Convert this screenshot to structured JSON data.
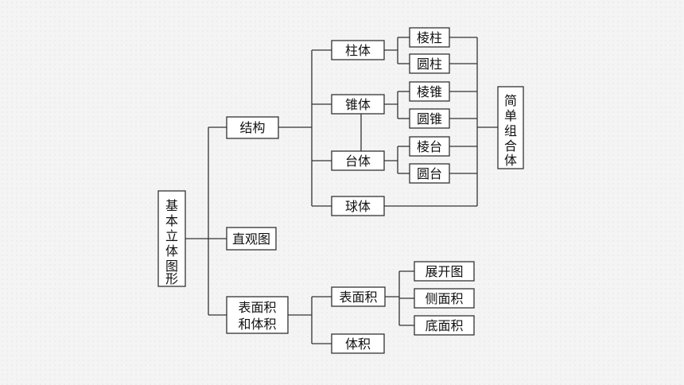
{
  "diagram": {
    "root": [
      "基",
      "本",
      "立",
      "体",
      "图",
      "形"
    ],
    "structure": "结构",
    "prism_family": "柱体",
    "prism": "棱柱",
    "cylinder": "圆柱",
    "cone_family": "锥体",
    "pyramid": "棱锥",
    "cone": "圆锥",
    "frustum_family": "台体",
    "prism_frustum": "棱台",
    "cone_frustum": "圆台",
    "sphere": "球体",
    "composite": [
      "简",
      "单",
      "组",
      "合",
      "体"
    ],
    "views": "直观图",
    "area_volume": [
      "表面积",
      "和体积"
    ],
    "surface_area": "表面积",
    "unfold": "展开图",
    "lateral_area": "侧面积",
    "base_area": "底面积",
    "volume": "体积"
  }
}
